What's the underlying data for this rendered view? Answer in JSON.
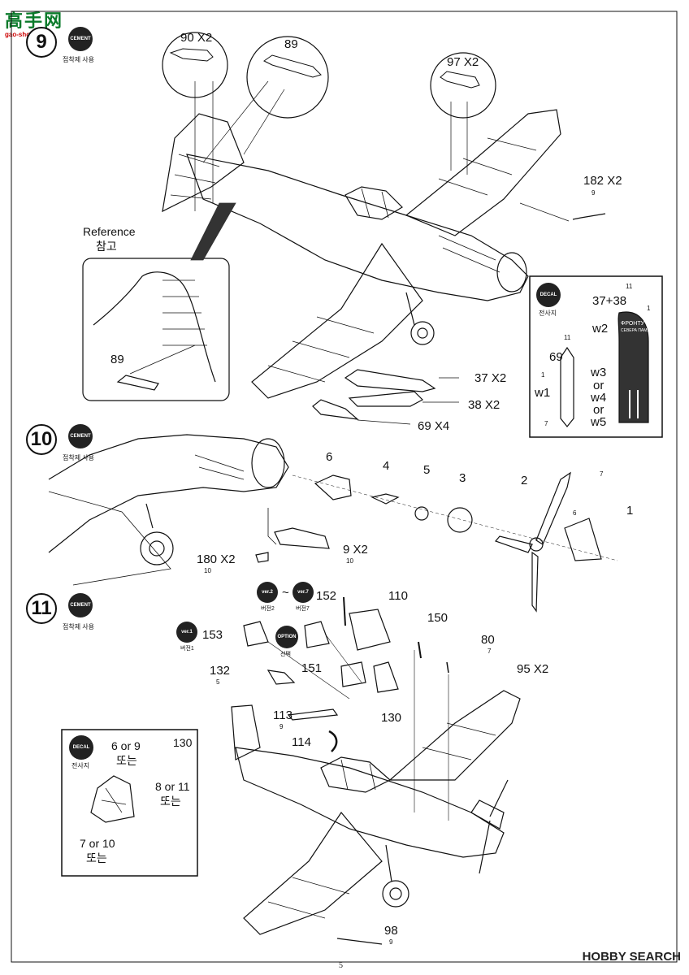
{
  "watermark": {
    "brand": "高手网",
    "site": "gao-shou.com"
  },
  "steps": [
    {
      "number": "9",
      "cement_badge": "CEMENT",
      "cement_caption": "접착제 사용"
    },
    {
      "number": "10",
      "cement_badge": "CEMENT",
      "cement_caption": "접착제 사용"
    },
    {
      "number": "11",
      "cement_badge": "CEMENT",
      "cement_caption": "접착제 사용"
    }
  ],
  "step9": {
    "callouts": {
      "c1": "90 X2",
      "c2": "89",
      "c3": "97 X2"
    },
    "reference": {
      "label_en": "Reference",
      "label_ko": "참고",
      "part": "89"
    },
    "parts": {
      "p182": "182 X2",
      "p182_color": "9",
      "p37": "37 X2",
      "p38": "38 X2",
      "p69": "69 X4"
    },
    "decal_box": {
      "badge": "DECAL",
      "caption": "전사지",
      "label_69": "69",
      "flag_69": "11",
      "w1": "w1",
      "w1_flag": "1",
      "w1_tail": "7",
      "label_3738": "37+38",
      "flag_3738": "11",
      "w2": "w2",
      "w2_flag": "1",
      "w3": "w3",
      "or1": "or",
      "w4": "w4",
      "or2": "or",
      "w5": "w5",
      "bomb_text1": "ФРОНТУ",
      "bomb_text2": "СЕВЕРА ПАМЯТЬ"
    }
  },
  "step10": {
    "parts": {
      "p6": "6",
      "p4": "4",
      "p5": "5",
      "p3": "3",
      "p2": "2",
      "p1": "1",
      "p9": "9 X2",
      "p9_color": "10",
      "p180": "180 X2",
      "p180_color": "10",
      "prop_flag1": "7",
      "prop_flag2": "6"
    }
  },
  "step11": {
    "version_badges": {
      "v2": "ver.2",
      "v2_caption": "버전2",
      "tilde": "~",
      "v7": "ver.7",
      "v7_caption": "버전7",
      "v1": "ver.1",
      "v1_caption": "버전1",
      "option": "OPTION",
      "option_caption": "선택"
    },
    "parts": {
      "p152": "152",
      "p110": "110",
      "p153": "153",
      "p150": "150",
      "p80": "80",
      "p80_color": "7",
      "p95": "95 X2",
      "p132": "132",
      "p132_color": "5",
      "p151": "151",
      "p130": "130",
      "p113": "113",
      "p113_color": "9",
      "p114": "114",
      "p98": "98",
      "p98_color": "9"
    },
    "decal_box": {
      "badge": "DECAL",
      "caption": "전사지",
      "part": "130",
      "t1": "6 or 9",
      "t1b": "또는",
      "t2": "8 or 11",
      "t2b": "또는",
      "t3": "7 or 10",
      "t3b": "또는"
    }
  },
  "footer": {
    "page_number": "5",
    "source": "HOBBY SEARCH"
  }
}
